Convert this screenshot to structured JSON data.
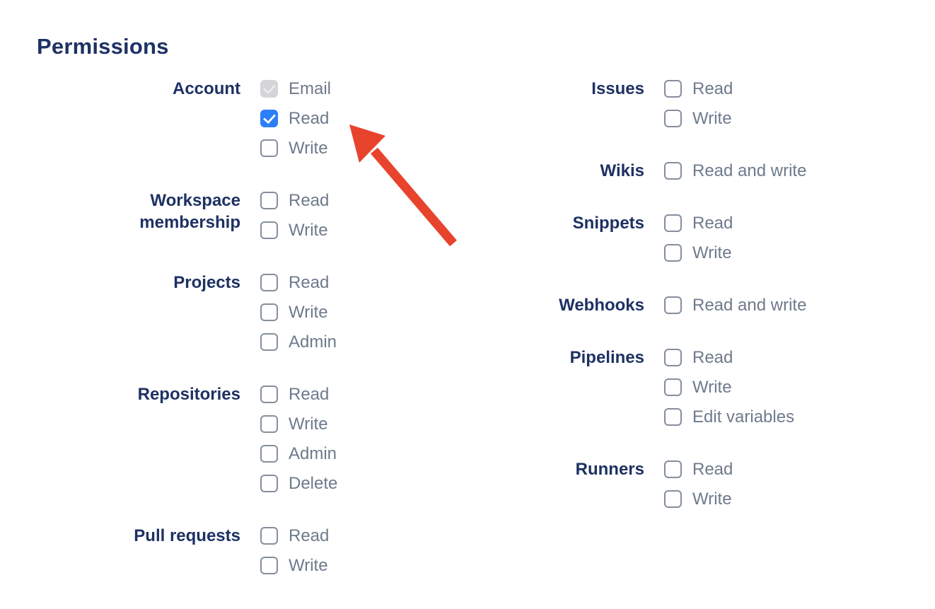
{
  "title": "Permissions",
  "colors": {
    "heading_text": "#1e3163",
    "option_text": "#6e7a8c",
    "checkbox_border": "#848f9d",
    "checkbox_checked_bg": "#2d7ff8",
    "checkbox_disabled_bg": "#d3d5d9",
    "checkbox_disabled_check": "#eaebed",
    "arrow": "#e8432d"
  },
  "columns": [
    {
      "groups": [
        {
          "label": "Account",
          "options": [
            {
              "label": "Email",
              "checked": true,
              "disabled": true
            },
            {
              "label": "Read",
              "checked": true,
              "disabled": false
            },
            {
              "label": "Write",
              "checked": false,
              "disabled": false
            }
          ]
        },
        {
          "label": "Workspace membership",
          "options": [
            {
              "label": "Read",
              "checked": false,
              "disabled": false
            },
            {
              "label": "Write",
              "checked": false,
              "disabled": false
            }
          ]
        },
        {
          "label": "Projects",
          "options": [
            {
              "label": "Read",
              "checked": false,
              "disabled": false
            },
            {
              "label": "Write",
              "checked": false,
              "disabled": false
            },
            {
              "label": "Admin",
              "checked": false,
              "disabled": false
            }
          ]
        },
        {
          "label": "Repositories",
          "options": [
            {
              "label": "Read",
              "checked": false,
              "disabled": false
            },
            {
              "label": "Write",
              "checked": false,
              "disabled": false
            },
            {
              "label": "Admin",
              "checked": false,
              "disabled": false
            },
            {
              "label": "Delete",
              "checked": false,
              "disabled": false
            }
          ]
        },
        {
          "label": "Pull requests",
          "options": [
            {
              "label": "Read",
              "checked": false,
              "disabled": false
            },
            {
              "label": "Write",
              "checked": false,
              "disabled": false
            }
          ]
        }
      ]
    },
    {
      "groups": [
        {
          "label": "Issues",
          "options": [
            {
              "label": "Read",
              "checked": false,
              "disabled": false
            },
            {
              "label": "Write",
              "checked": false,
              "disabled": false
            }
          ]
        },
        {
          "label": "Wikis",
          "options": [
            {
              "label": "Read and write",
              "checked": false,
              "disabled": false
            }
          ]
        },
        {
          "label": "Snippets",
          "options": [
            {
              "label": "Read",
              "checked": false,
              "disabled": false
            },
            {
              "label": "Write",
              "checked": false,
              "disabled": false
            }
          ]
        },
        {
          "label": "Webhooks",
          "options": [
            {
              "label": "Read and write",
              "checked": false,
              "disabled": false
            }
          ]
        },
        {
          "label": "Pipelines",
          "options": [
            {
              "label": "Read",
              "checked": false,
              "disabled": false
            },
            {
              "label": "Write",
              "checked": false,
              "disabled": false
            },
            {
              "label": "Edit variables",
              "checked": false,
              "disabled": false
            }
          ]
        },
        {
          "label": "Runners",
          "options": [
            {
              "label": "Read",
              "checked": false,
              "disabled": false
            },
            {
              "label": "Write",
              "checked": false,
              "disabled": false
            }
          ]
        }
      ]
    }
  ],
  "annotation": {
    "type": "red-arrow",
    "points_to": "Account Read checkbox"
  }
}
